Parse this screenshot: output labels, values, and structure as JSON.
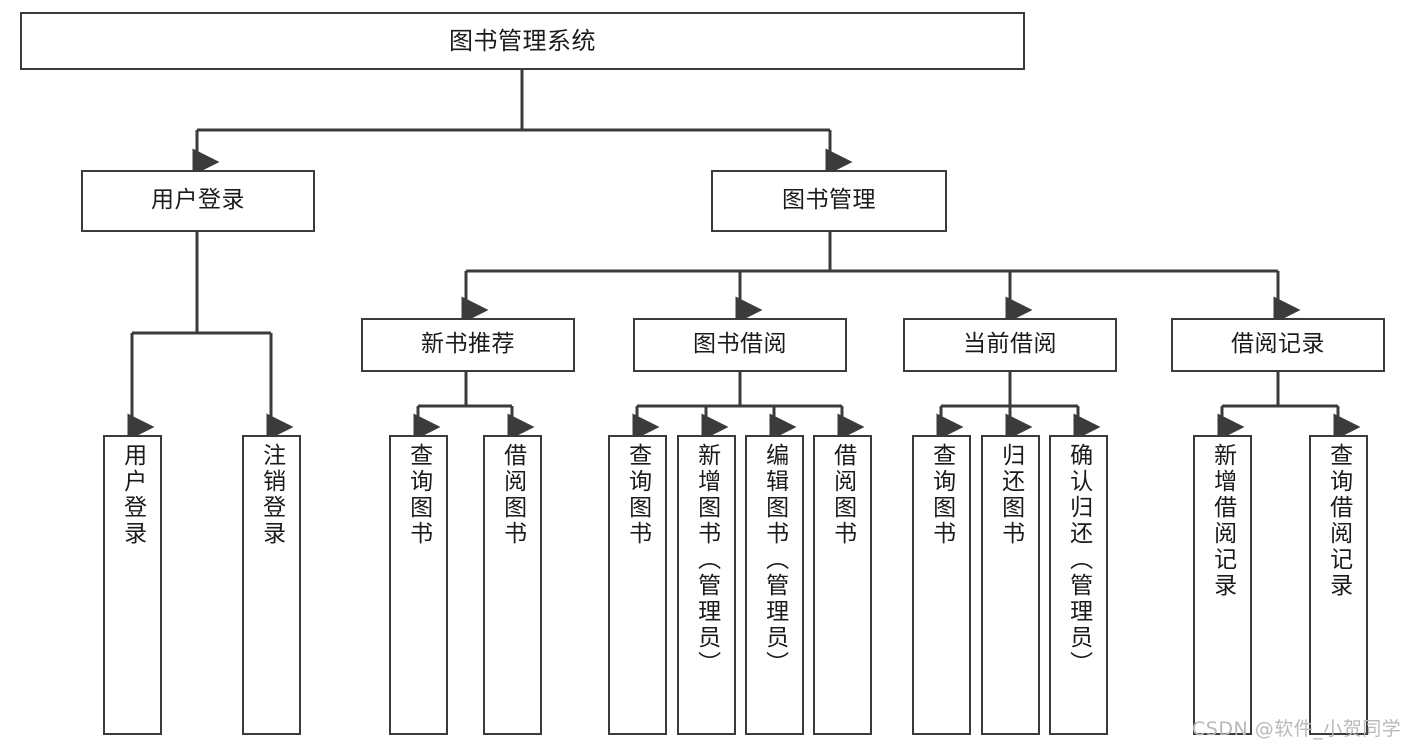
{
  "diagram": {
    "title": "图书管理系统",
    "type": "hierarchy-tree",
    "style": {
      "border_color": "#3b3b3b",
      "fill_color": "#ffffff",
      "text_color": "#1b1b1b",
      "background": "#ffffff",
      "watermark_color": "#b9b9b9"
    },
    "levels": {
      "level1": [
        "图书管理系统"
      ],
      "level2": [
        "用户登录",
        "图书管理"
      ],
      "level3": [
        "新书推荐",
        "图书借阅",
        "当前借阅",
        "借阅记录"
      ],
      "level4": [
        "用户登录",
        "注销登录",
        "查询图书",
        "借阅图书",
        "查询图书",
        "新增图书（管理员）",
        "编辑图书（管理员）",
        "借阅图书",
        "查询图书",
        "归还图书",
        "确认归还（管理员）",
        "新增借阅记录",
        "查询借阅记录"
      ]
    },
    "nodes": {
      "root": {
        "label": "图书管理系统"
      },
      "user_login": {
        "label": "用户登录"
      },
      "book_manage": {
        "label": "图书管理"
      },
      "new_book_rec": {
        "label": "新书推荐"
      },
      "book_borrow": {
        "label": "图书借阅"
      },
      "current_borrow": {
        "label": "当前借阅"
      },
      "borrow_record": {
        "label": "借阅记录"
      },
      "leaf_user_login": {
        "label": "用户登录"
      },
      "leaf_logout": {
        "label": "注销登录"
      },
      "leaf_query_book_1": {
        "label": "查询图书"
      },
      "leaf_borrow_book_1": {
        "label": "借阅图书"
      },
      "leaf_query_book_2": {
        "label": "查询图书"
      },
      "leaf_add_book": {
        "label": "新增图书（管理员）"
      },
      "leaf_edit_book": {
        "label": "编辑图书（管理员）"
      },
      "leaf_borrow_book_2": {
        "label": "借阅图书"
      },
      "leaf_query_book_3": {
        "label": "查询图书"
      },
      "leaf_return_book": {
        "label": "归还图书"
      },
      "leaf_confirm_return": {
        "label": "确认归还（管理员）"
      },
      "leaf_add_record": {
        "label": "新增借阅记录"
      },
      "leaf_query_record": {
        "label": "查询借阅记录"
      }
    },
    "edges": [
      {
        "from": "图书管理系统",
        "to": "用户登录"
      },
      {
        "from": "图书管理系统",
        "to": "图书管理"
      },
      {
        "from": "用户登录",
        "to": "用户登录"
      },
      {
        "from": "用户登录",
        "to": "注销登录"
      },
      {
        "from": "图书管理",
        "to": "新书推荐"
      },
      {
        "from": "图书管理",
        "to": "图书借阅"
      },
      {
        "from": "图书管理",
        "to": "当前借阅"
      },
      {
        "from": "图书管理",
        "to": "借阅记录"
      },
      {
        "from": "新书推荐",
        "to": "查询图书"
      },
      {
        "from": "新书推荐",
        "to": "借阅图书"
      },
      {
        "from": "图书借阅",
        "to": "查询图书"
      },
      {
        "from": "图书借阅",
        "to": "新增图书（管理员）"
      },
      {
        "from": "图书借阅",
        "to": "编辑图书（管理员）"
      },
      {
        "from": "图书借阅",
        "to": "借阅图书"
      },
      {
        "from": "当前借阅",
        "to": "查询图书"
      },
      {
        "from": "当前借阅",
        "to": "归还图书"
      },
      {
        "from": "当前借阅",
        "to": "确认归还（管理员）"
      },
      {
        "from": "借阅记录",
        "to": "新增借阅记录"
      },
      {
        "from": "借阅记录",
        "to": "查询借阅记录"
      }
    ]
  },
  "watermark": {
    "text": "CSDN @软件_小贺同学"
  }
}
